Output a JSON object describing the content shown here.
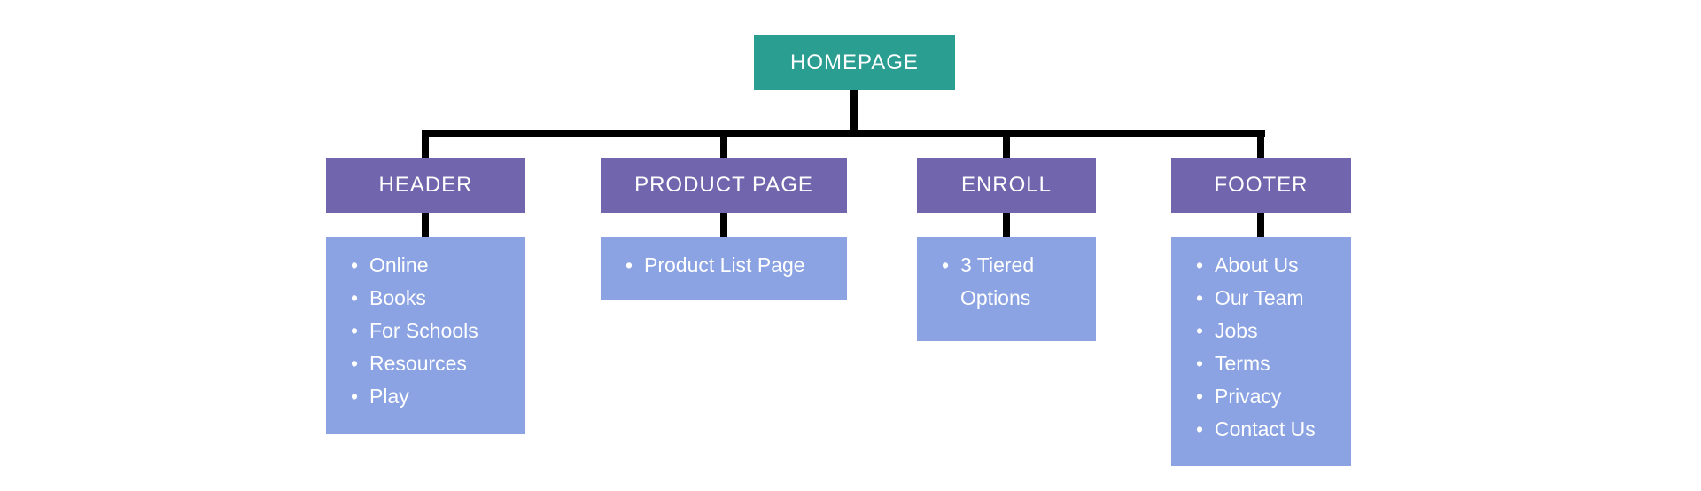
{
  "diagram": {
    "type": "sitemap",
    "root": {
      "label": "HOMEPAGE"
    },
    "columns": [
      {
        "id": "header",
        "label": "HEADER",
        "items": [
          "Online",
          "Books",
          "For Schools",
          "Resources",
          "Play"
        ]
      },
      {
        "id": "product-page",
        "label": "PRODUCT PAGE",
        "items": [
          "Product List Page"
        ]
      },
      {
        "id": "enroll",
        "label": "ENROLL",
        "items": [
          "3 Tiered Options"
        ]
      },
      {
        "id": "footer",
        "label": "FOOTER",
        "items": [
          "About Us",
          "Our Team",
          "Jobs",
          "Terms",
          "Privacy",
          "Contact Us"
        ]
      }
    ],
    "colors": {
      "root_box": "#2B9E92",
      "section_box": "#7166AE",
      "list_box": "#8BA3E2",
      "connector": "#000000",
      "text": "#FFFFFF",
      "background": "#FFFFFF"
    }
  }
}
